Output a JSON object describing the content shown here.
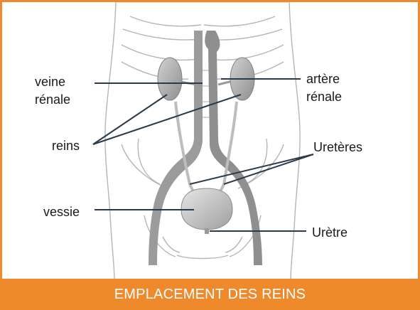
{
  "labels": {
    "veine_renale_line1": "veine",
    "veine_renale_line2": "rénale",
    "artere_renale_line1": "artère",
    "artere_renale_line2": "rénale",
    "reins": "reins",
    "ureteres": "Uretères",
    "vessie": "vessie",
    "uretre": "Urètre"
  },
  "footer": {
    "title": "EMPLACEMENT DES REINS"
  },
  "colors": {
    "accent": "#ef8a2c",
    "body_outline": "#b5b5b5",
    "organ_fill": "#a8a8a8",
    "leader_line": "#2b3a4a"
  }
}
